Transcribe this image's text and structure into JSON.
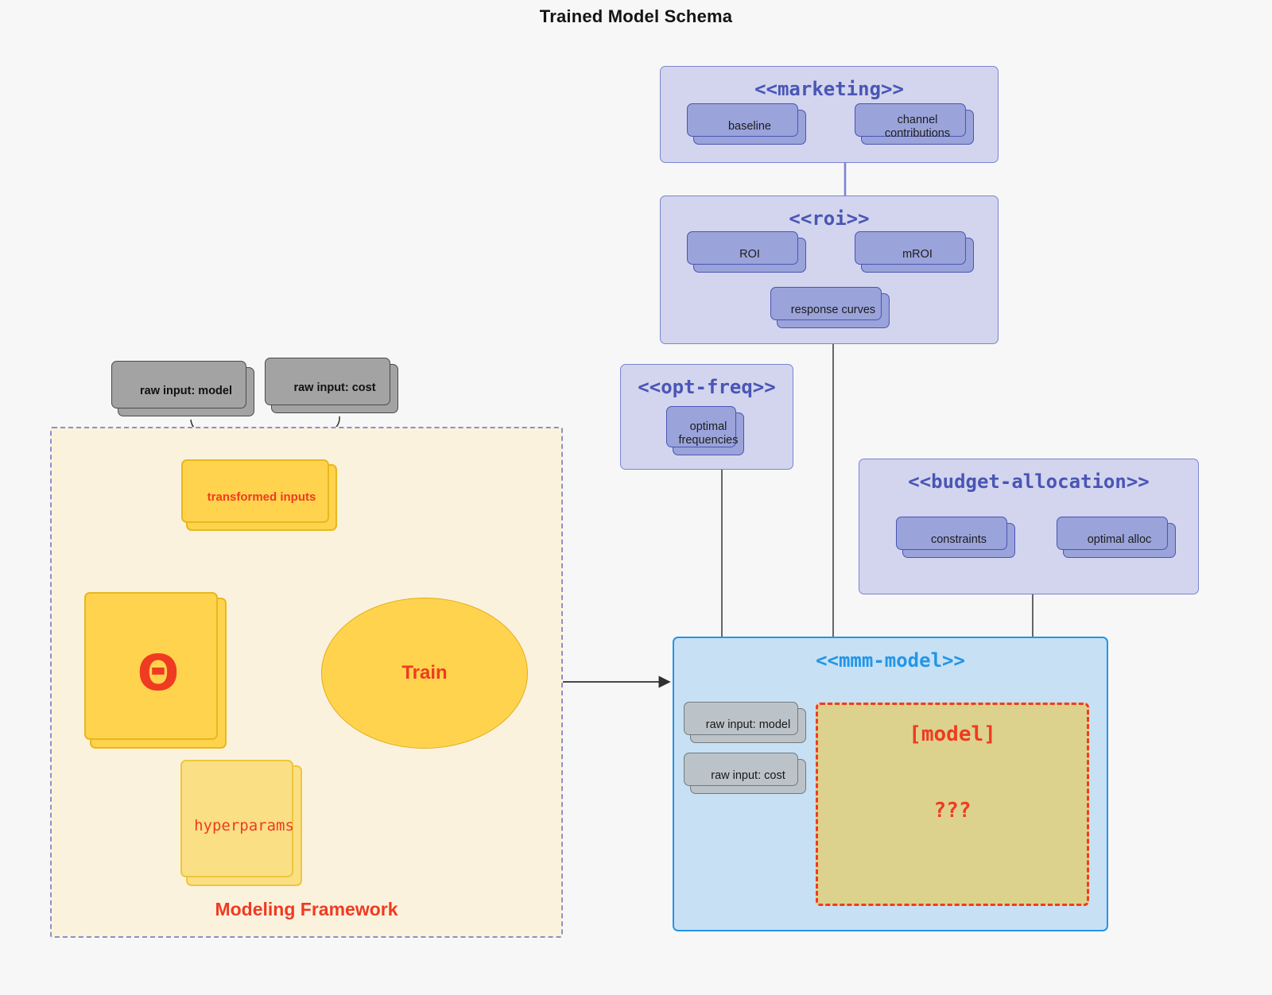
{
  "title": "Trained Model Schema",
  "clusters": {
    "marketing": {
      "title": "<<marketing>>",
      "nodes": [
        {
          "label": "baseline"
        },
        {
          "label": "channel contributions"
        }
      ]
    },
    "roi": {
      "title": "<<roi>>",
      "nodes": [
        {
          "label": "ROI"
        },
        {
          "label": "mROI"
        },
        {
          "label": "response curves"
        }
      ]
    },
    "opt_freq": {
      "title": "<<opt-freq>>",
      "nodes": [
        {
          "label": "optimal frequencies"
        }
      ]
    },
    "budget_allocation": {
      "title": "<<budget-allocation>>",
      "nodes": [
        {
          "label": "constraints"
        },
        {
          "label": "optimal alloc"
        }
      ]
    },
    "mmm_model": {
      "title": "<<mmm-model>>",
      "nodes": [
        {
          "label": "raw input: model"
        },
        {
          "label": "raw input: cost"
        }
      ],
      "model_box": {
        "title": "[model]",
        "subtitle": "???"
      }
    }
  },
  "framework": {
    "label": "Modeling Framework",
    "raw_inputs": [
      {
        "label": "raw input: model"
      },
      {
        "label": "raw input: cost"
      }
    ],
    "transformed_inputs": {
      "label": "transformed inputs"
    },
    "theta": {
      "label": "Θ"
    },
    "hyperparams": {
      "label": "hyperparams"
    },
    "train": {
      "label": "Train"
    }
  },
  "colors": {
    "page_bg": "#f7f7f7",
    "cluster_purple_bg": "#d2d5ed",
    "cluster_purple_border": "#7b84d0",
    "node_purple_fill": "#9aa3da",
    "node_purple_border": "#4a55b5",
    "cluster_blue_bg": "#c8e0f4",
    "cluster_blue_border": "#2196e8",
    "framework_bg": "#fbf2de",
    "framework_border": "#8b90c8",
    "accent_red": "#ef3b21",
    "yellow_fill": "#ffd34d",
    "yellow_border": "#e8b81c",
    "yellow_pale_fill": "#fadf85",
    "model_box_fill": "#dcd28e",
    "gray_fill": "#a3a3a3",
    "gray_light_fill": "#bcc3c8",
    "edge_gray": "#4d4d4d"
  }
}
